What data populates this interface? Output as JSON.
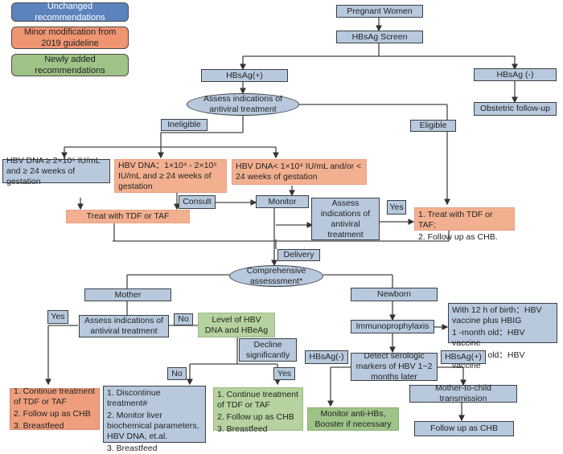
{
  "legend": {
    "unchanged": {
      "label": "Unchanged recommendations",
      "color": "#4e79b8"
    },
    "minor": {
      "label": "Minor modification from 2019 guideline",
      "color": "#ee8e66"
    },
    "new": {
      "label": "Newly added recommendations",
      "color": "#8fb870"
    }
  },
  "nodes": {
    "pregnant_women": "Pregnant Women",
    "hbsag_screen": "HBsAg Screen",
    "hbsag_pos": "HBsAg(+)",
    "hbsag_neg": "HBsAg (-)",
    "obstetric_followup": "Obstetric follow-up",
    "assess_antiviral": "Assess indications of antiviral treatment",
    "ineligible": "Ineligible",
    "eligible": "Eligible",
    "dna_high": "HBV DNA ≥ 2×10⁵ IU/mL and ≥ 24 weeks of gestation",
    "dna_mid": "HBV DNA：1×10⁴ - 2×10⁵ IU/mL and ≥ 24 weeks of gestation",
    "dna_low": "HBV DNA< 1×10⁴ IU/mL and/or < 24 weeks of gestation",
    "consult": "Consult",
    "monitor": "Monitor",
    "treat_tdf_taf": "Treat with TDF or TAF",
    "assess_antiviral_2": "Assess indications of antiviral treatment",
    "yes_1": "Yes",
    "treat_followup": [
      "1. Treat with TDF or TAF;",
      "2. Follow up as CHB."
    ],
    "delivery": "Delivery",
    "comprehensive": "Comprehensive assesssment*",
    "mother": "Mother",
    "newborn": "Newborn",
    "yes_2": "Yes",
    "no_1": "No",
    "assess_antiviral_3": "Assess indications of antiviral treatment",
    "level_dna_hbeag": "Level of HBV DNA and HBeAg",
    "decline": "Decline significantly",
    "no_2": "No",
    "yes_3": "Yes",
    "continue_orange": [
      "1. Continue treatment of TDF or TAF",
      "2. Follow up as CHB",
      "3. Breastfeed"
    ],
    "discontinue": [
      "1. Discontinue treatment#",
      "2. Monitor liver biochemical parameters, HBV DNA, et.al.",
      "3. Breastfeed"
    ],
    "continue_green": [
      "1. Continue treatment of TDF or TAF",
      "2. Follow up as CHB",
      "3. Breastfeed"
    ],
    "immunoprophylaxis": "Immunoprophylaxis",
    "vaccine_schedule": [
      "With 12 h of birth：HBV vaccine plus HBIG",
      "1 -month old：HBV vaccine",
      "6 -month old：HBV vaccine"
    ],
    "hbsag_neg_2": "HBsAg(-)",
    "hbsag_pos_2": "HBsAg(+)",
    "detect_markers": "Detect serologic markers of HBV 1~2 months later",
    "mtct": "Mother-to-child transmission",
    "monitor_antihbs": "Monitor anti-HBs, Booster if necessary",
    "followup_chb": "Follow up as CHB"
  }
}
